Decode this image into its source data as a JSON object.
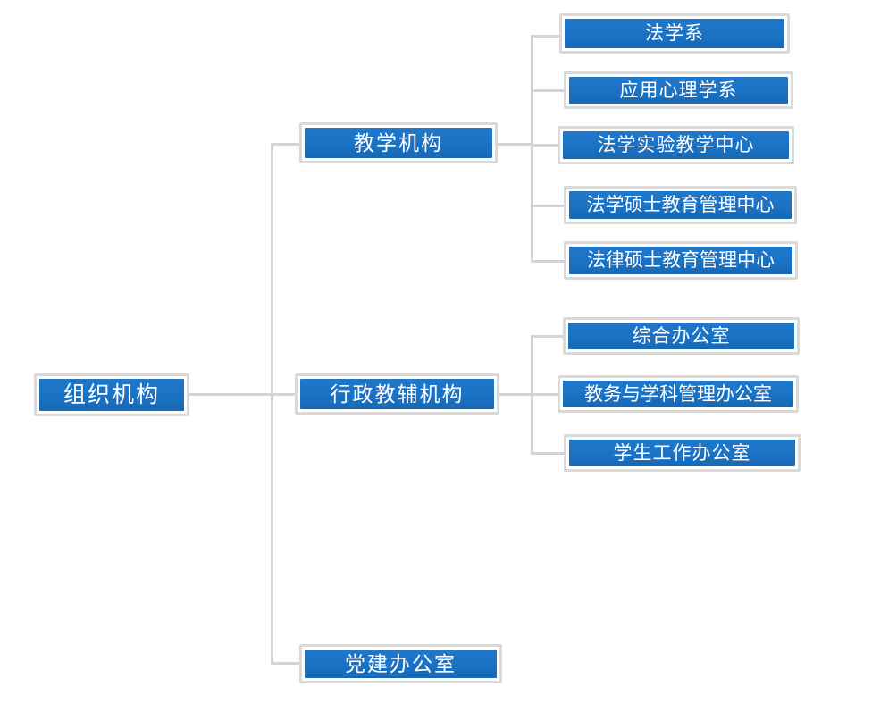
{
  "diagram": {
    "type": "org-chart",
    "title": "组织机构",
    "orientation": "left-to-right",
    "colors": {
      "node_fill": "#1b72c4",
      "node_text": "#ffffff",
      "node_border": "#d9d9d9",
      "connector": "#d4d4d4",
      "background": "#ffffff"
    },
    "root": {
      "label": "组织机构",
      "children": [
        {
          "label": "教学机构",
          "children": [
            {
              "label": "法学系"
            },
            {
              "label": "应用心理学系"
            },
            {
              "label": "法学实验教学中心"
            },
            {
              "label": "法学硕士教育管理中心"
            },
            {
              "label": "法律硕士教育管理中心"
            }
          ]
        },
        {
          "label": "行政教辅机构",
          "children": [
            {
              "label": "综合办公室"
            },
            {
              "label": "教务与学科管理办公室"
            },
            {
              "label": "学生工作办公室"
            }
          ]
        },
        {
          "label": "党建办公室",
          "children": []
        }
      ]
    },
    "nodes": {
      "root": "组织机构",
      "teaching": "教学机构",
      "admin": "行政教辅机构",
      "party": "党建办公室",
      "teaching_children": [
        "法学系",
        "应用心理学系",
        "法学实验教学中心",
        "法学硕士教育管理中心",
        "法律硕士教育管理中心"
      ],
      "admin_children": [
        "综合办公室",
        "教务与学科管理办公室",
        "学生工作办公室"
      ]
    }
  }
}
